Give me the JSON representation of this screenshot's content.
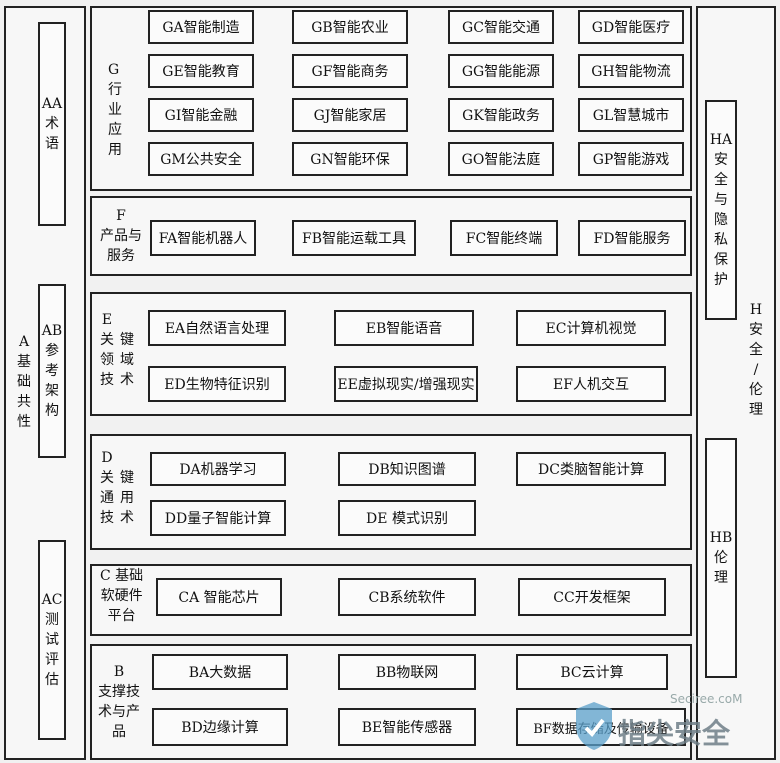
{
  "left_column": {
    "title": "A\n基\n础\n共\n性",
    "aa": "AA\n术\n语",
    "ab": "AB\n参\n考\n架\n构",
    "ac": "AC\n测\n试\n评\n估"
  },
  "right_column": {
    "title": "H\n安\n全\n/\n伦\n理",
    "ha": "HA\n安\n全\n与\n隐\n私\n保\n护",
    "hb": "HB\n伦\n理"
  },
  "g": {
    "label": "G\n行\n业\n应\n用",
    "items": [
      "GA智能制造",
      "GB智能农业",
      "GC智能交通",
      "GD智能医疗",
      "GE智能教育",
      "GF智能商务",
      "GG智能能源",
      "GH智能物流",
      "GI智能金融",
      "GJ智能家居",
      "GK智能政务",
      "GL智慧城市",
      "GM公共安全",
      "GN智能环保",
      "GO智能法庭",
      "GP智能游戏"
    ]
  },
  "f": {
    "label": "F\n产品与\n服务",
    "items": [
      "FA智能机器人",
      "FB智能运载工具",
      "FC智能终端",
      "FD智能服务"
    ]
  },
  "e": {
    "label_a": "E\n关\n领\n技",
    "label_b": "键\n域\n术",
    "items": [
      "EA自然语言处理",
      "EB智能语音",
      "EC计算机视觉",
      "ED生物特征识别",
      "EE虚拟现实/增强现实",
      "EF人机交互"
    ]
  },
  "d": {
    "label_a": "D\n关\n通\n技",
    "label_b": "键\n用\n术",
    "items": [
      "DA机器学习",
      "DB知识图谱",
      "DC类脑智能计算",
      "DD量子智能计算",
      "DE 模式识别"
    ]
  },
  "c": {
    "label": "C 基础\n软硬件\n平台",
    "items": [
      "CA 智能芯片",
      "CB系统软件",
      "CC开发框架"
    ]
  },
  "b": {
    "label": "B\n支撑技\n术与产\n品",
    "items": [
      "BA大数据",
      "BB物联网",
      "BC云计算",
      "BD边缘计算",
      "BE智能传感器",
      "BF数据存储及传输设备"
    ]
  },
  "watermark": {
    "site": "Seciree.coM",
    "brand": "指尖安全"
  }
}
